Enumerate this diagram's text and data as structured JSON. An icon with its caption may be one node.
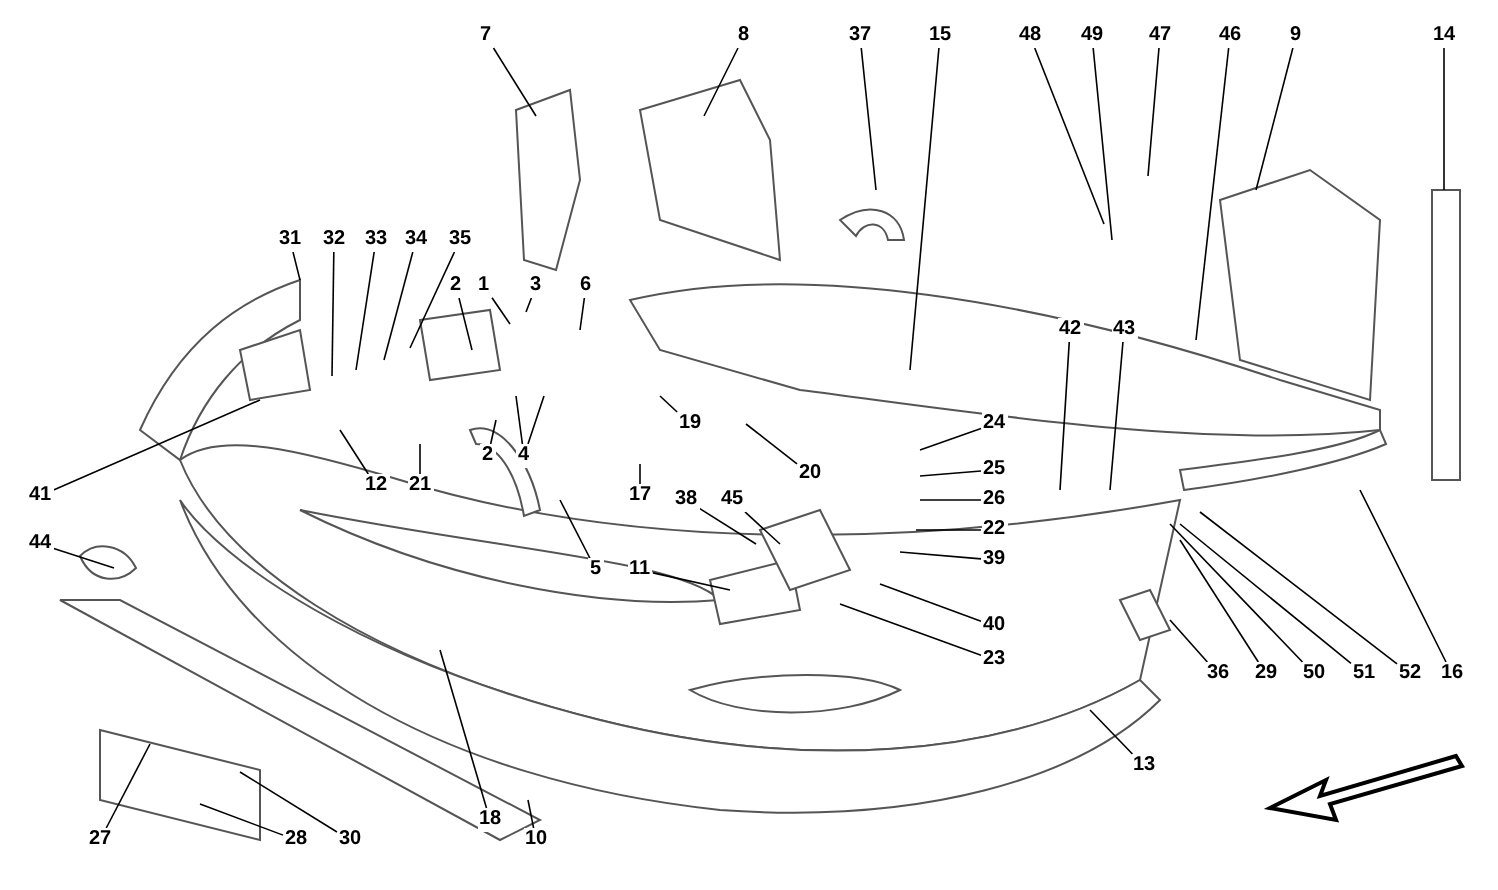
{
  "diagram": {
    "nodes": [
      {
        "text": [
          "7"
        ]
      },
      {
        "text": [
          "8"
        ]
      },
      {
        "text": [
          "37"
        ]
      },
      {
        "text": [
          "15"
        ]
      },
      {
        "text": [
          "48"
        ]
      },
      {
        "text": [
          "49"
        ]
      },
      {
        "text": [
          "47"
        ]
      },
      {
        "text": [
          "46"
        ]
      },
      {
        "text": [
          "9"
        ]
      },
      {
        "text": [
          "14"
        ]
      },
      {
        "text": [
          "31"
        ]
      },
      {
        "text": [
          "32"
        ]
      },
      {
        "text": [
          "33"
        ]
      },
      {
        "text": [
          "34"
        ]
      },
      {
        "text": [
          "35"
        ]
      },
      {
        "text": [
          "2"
        ]
      },
      {
        "text": [
          "1"
        ]
      },
      {
        "text": [
          "3"
        ]
      },
      {
        "text": [
          "6"
        ]
      },
      {
        "text": [
          "42"
        ]
      },
      {
        "text": [
          "43"
        ]
      },
      {
        "text": [
          "19"
        ]
      },
      {
        "text": [
          "2"
        ]
      },
      {
        "text": [
          "4"
        ]
      },
      {
        "text": [
          "24"
        ]
      },
      {
        "text": [
          "20"
        ]
      },
      {
        "text": [
          "25"
        ]
      },
      {
        "text": [
          "26"
        ]
      },
      {
        "text": [
          "22"
        ]
      },
      {
        "text": [
          "21"
        ]
      },
      {
        "text": [
          "12"
        ]
      },
      {
        "text": [
          "41"
        ]
      },
      {
        "text": [
          "17"
        ]
      },
      {
        "text": [
          "38"
        ]
      },
      {
        "text": [
          "45"
        ]
      },
      {
        "text": [
          "39"
        ]
      },
      {
        "text": [
          "44"
        ]
      },
      {
        "text": [
          "5"
        ]
      },
      {
        "text": [
          "11"
        ]
      },
      {
        "text": [
          "40"
        ]
      },
      {
        "text": [
          "23"
        ]
      },
      {
        "text": [
          "36"
        ]
      },
      {
        "text": [
          "29"
        ]
      },
      {
        "text": [
          "50"
        ]
      },
      {
        "text": [
          "51"
        ]
      },
      {
        "text": [
          "52"
        ]
      },
      {
        "text": [
          "16"
        ]
      },
      {
        "text": [
          "13"
        ]
      },
      {
        "text": [
          "18"
        ]
      },
      {
        "text": [
          "27"
        ]
      },
      {
        "text": [
          "28"
        ]
      },
      {
        "text": [
          "30"
        ]
      },
      {
        "text": [
          "10"
        ]
      }
    ],
    "edges": [
      {
        "from": 0,
        "to": null,
        "arrow": "none"
      },
      {
        "from": 1,
        "to": null,
        "arrow": "none"
      },
      {
        "from": 2,
        "to": null,
        "arrow": "none"
      },
      {
        "from": 3,
        "to": null,
        "arrow": "none"
      },
      {
        "from": 4,
        "to": null,
        "arrow": "none"
      },
      {
        "from": 5,
        "to": null,
        "arrow": "none"
      },
      {
        "from": 6,
        "to": null,
        "arrow": "none"
      },
      {
        "from": 7,
        "to": null,
        "arrow": "none"
      },
      {
        "from": 8,
        "to": null,
        "arrow": "none"
      },
      {
        "from": 9,
        "to": null,
        "arrow": "none"
      },
      {
        "from": 10,
        "to": null,
        "arrow": "none"
      },
      {
        "from": 11,
        "to": null,
        "arrow": "none"
      },
      {
        "from": 12,
        "to": null,
        "arrow": "none"
      },
      {
        "from": 13,
        "to": null,
        "arrow": "none"
      },
      {
        "from": 14,
        "to": null,
        "arrow": "none"
      },
      {
        "from": 15,
        "to": null,
        "arrow": "none"
      },
      {
        "from": 16,
        "to": null,
        "arrow": "none"
      },
      {
        "from": 17,
        "to": null,
        "arrow": "none"
      },
      {
        "from": 18,
        "to": null,
        "arrow": "none"
      },
      {
        "from": 19,
        "to": null,
        "arrow": "none"
      },
      {
        "from": 20,
        "to": null,
        "arrow": "none"
      },
      {
        "from": 21,
        "to": null,
        "arrow": "none"
      },
      {
        "from": 22,
        "to": null,
        "arrow": "none"
      },
      {
        "from": 23,
        "to": null,
        "arrow": "none"
      },
      {
        "from": 23,
        "to": null,
        "arrow": "none"
      },
      {
        "from": 24,
        "to": null,
        "arrow": "none"
      },
      {
        "from": 25,
        "to": null,
        "arrow": "none"
      },
      {
        "from": 26,
        "to": null,
        "arrow": "none"
      },
      {
        "from": 27,
        "to": null,
        "arrow": "none"
      },
      {
        "from": 28,
        "to": null,
        "arrow": "none"
      },
      {
        "from": 29,
        "to": null,
        "arrow": "none"
      },
      {
        "from": 30,
        "to": null,
        "arrow": "none"
      },
      {
        "from": 31,
        "to": null,
        "arrow": "none"
      },
      {
        "from": 32,
        "to": null,
        "arrow": "none"
      },
      {
        "from": 33,
        "to": null,
        "arrow": "none"
      },
      {
        "from": 34,
        "to": null,
        "arrow": "none"
      },
      {
        "from": 35,
        "to": null,
        "arrow": "none"
      },
      {
        "from": 36,
        "to": null,
        "arrow": "none"
      },
      {
        "from": 37,
        "to": null,
        "arrow": "none"
      },
      {
        "from": 38,
        "to": null,
        "arrow": "none"
      },
      {
        "from": 39,
        "to": null,
        "arrow": "none"
      },
      {
        "from": 40,
        "to": null,
        "arrow": "none"
      },
      {
        "from": 41,
        "to": null,
        "arrow": "none"
      },
      {
        "from": 42,
        "to": null,
        "arrow": "none"
      },
      {
        "from": 43,
        "to": null,
        "arrow": "none"
      },
      {
        "from": 44,
        "to": null,
        "arrow": "none"
      },
      {
        "from": 45,
        "to": null,
        "arrow": "none"
      },
      {
        "from": 46,
        "to": null,
        "arrow": "none"
      },
      {
        "from": 47,
        "to": null,
        "arrow": "none"
      },
      {
        "from": 48,
        "to": null,
        "arrow": "none"
      },
      {
        "from": 49,
        "to": null,
        "arrow": "none"
      },
      {
        "from": 50,
        "to": null,
        "arrow": "none"
      },
      {
        "from": 51,
        "to": null,
        "arrow": "none"
      },
      {
        "from": 52,
        "to": null,
        "arrow": "none"
      }
    ]
  }
}
